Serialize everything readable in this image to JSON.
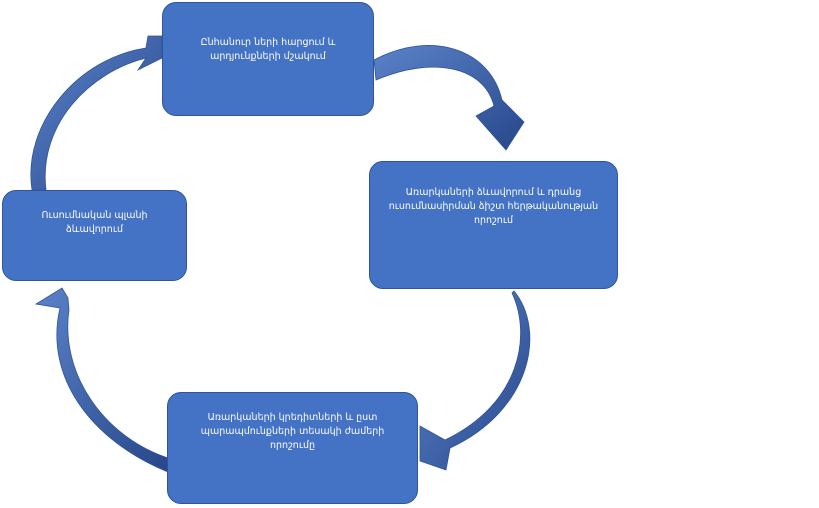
{
  "steps": {
    "top": "Ընհանուր ների հարցում և արդյունքների մշակում",
    "right": "Առարկաների ձևավորում և դրանց ուսումնասիրման ձիշտ հերթականության որոշում",
    "bottom": "Առարկաների կրեդիտների և ըստ պարապմունքների տեսակի ժամերի որոշումը",
    "left": "Ուսումնական պլանի ձևավորում"
  },
  "colors": {
    "box_fill": "#4472c4",
    "box_border": "#2f5597",
    "arrow_fill": "#4a6fb8",
    "arrow_dark": "#203864"
  }
}
